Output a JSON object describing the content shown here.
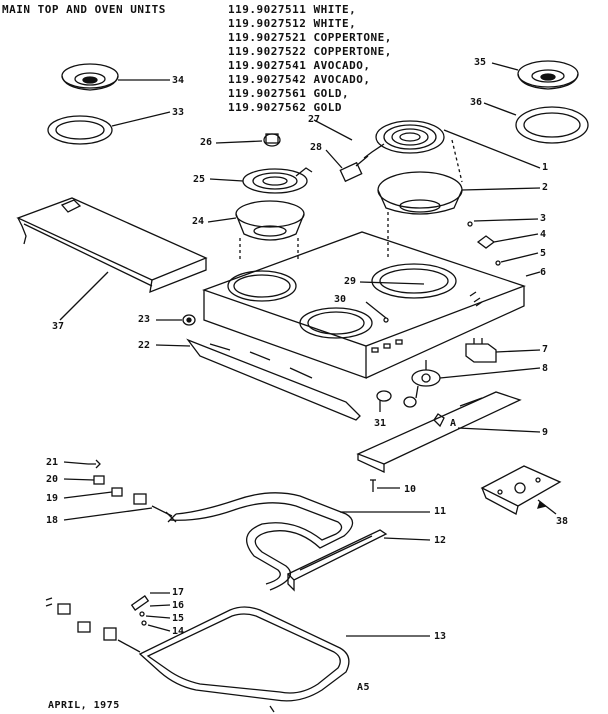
{
  "title": "MAIN TOP AND OVEN UNITS",
  "models": [
    "119.9027511 WHITE,",
    "119.9027512 WHITE,",
    "119.9027521 COPPERTONE,",
    "119.9027522 COPPERTONE,",
    "119.9027541 AVOCADO,",
    "119.9027542 AVOCADO,",
    "119.9027561 GOLD,",
    "119.9027562 GOLD"
  ],
  "part_numbers": {
    "p1": "1",
    "p2": "2",
    "p3": "3",
    "p4": "4",
    "p5": "5",
    "p6": "6",
    "p7": "7",
    "p8": "8",
    "p9": "9",
    "p10": "10",
    "p11": "11",
    "p12": "12",
    "p13": "13",
    "p14": "14",
    "p15": "15",
    "p16": "16",
    "p17": "17",
    "p18": "18",
    "p19": "19",
    "p20": "20",
    "p21": "21",
    "p22": "22",
    "p23": "23",
    "p24": "24",
    "p25": "25",
    "p26": "26",
    "p27": "27",
    "p28": "28",
    "p29": "29",
    "p30": "30",
    "p31": "31",
    "p33": "33",
    "p34": "34",
    "p35": "35",
    "p36": "36",
    "p37": "37",
    "p38": "38",
    "pA": "A"
  },
  "footer_date": "APRIL, 1975",
  "page_code": "A5"
}
